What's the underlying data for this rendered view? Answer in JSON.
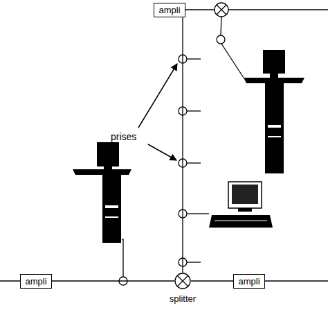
{
  "diagram": {
    "nodes": [
      {
        "text": [
          "ampli"
        ]
      },
      {
        "text": [
          "ampli"
        ]
      },
      {
        "text": [
          "splitter"
        ]
      },
      {
        "text": [
          "ampli"
        ]
      }
    ],
    "edges": [
      {
        "from": 1,
        "to": 2,
        "arrow": "none"
      },
      {
        "from": 2,
        "to": 3,
        "arrow": "none"
      },
      {
        "from": 2,
        "to": 0,
        "arrow": "none"
      }
    ],
    "labels": [
      "prises"
    ]
  }
}
